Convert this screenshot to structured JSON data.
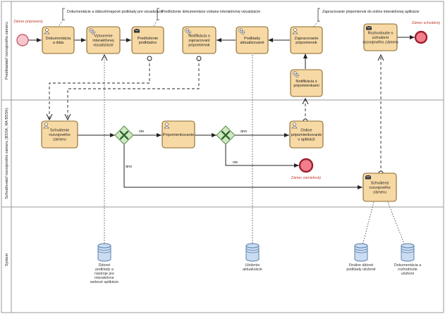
{
  "colors": {
    "task_fill": "#f7d9a5",
    "task_stroke": "#8a6a2a",
    "gateway_fill": "#cfe8c2",
    "gateway_stroke": "#5a8a4a",
    "gateway_x": "#2f6a2f",
    "start_fill": "#f6c7cf",
    "start_stroke": "#c04a5a",
    "end_fill": "#f27d8c",
    "end_stroke": "#a02030",
    "event_label": "#c0392b",
    "store_fill": "#c9dcf2",
    "store_stroke": "#5a7fa8",
    "lane_stroke": "#999999"
  },
  "lanes": [
    {
      "label": "Predkladateľ rozvojového zámeru"
    },
    {
      "label": "Schvaľovateľ rozvojového zámeru (BSSK, RA BSSK)"
    },
    {
      "label": "System"
    }
  ],
  "events": {
    "start_label": "Zámer pripravený",
    "end_approved_label": "Zámer schválený",
    "end_rejected_label": "Zámer zamietnutý"
  },
  "tasks": {
    "dokumentacia": "Dokumentácia a dáta",
    "vytvorenie": "Vytvorenie interaktívnej vizualizácie",
    "predlozenie": "Predloženie podkladov",
    "notif_zapracovani": "Notifikácia o zapracovaní pripomienok",
    "podklady_aktualizovane": "Podklady aktualizované",
    "zapracovanie": "Zapracovanie pripomienok",
    "notif_pripomienkami": "Notifikácia s pripomienkami",
    "rozhodnutie": "Rozhodnutie o schválení rozvojového zámeru",
    "schvalenie": "Schválenie rozvojového zámeru",
    "pripomienkovanie": "Pripomienkovanie",
    "online_pripomienkovanie": "Online pripomienkovanie v aplikácii",
    "schvaleny": "Schválený rozvojového zámeru"
  },
  "flow_labels": {
    "nie_1": "nie",
    "ano_1": "áno",
    "nie_2": "nie",
    "ano_2": "áno"
  },
  "annotations": {
    "dokumentacia_note": "Dokumentácie a dátové/mapové podklady pre vizualizáciu",
    "predlozenie_note": "Predloženie dokumentácie vrátane interaktívnej vizualizácie",
    "zapracovanie_note": "Zapracovanie pripomienok do online interaktívnej aplikácie"
  },
  "data_stores": {
    "datove_podklady": "Dátové podklady a nástroje pre interaktívne webové aplikácie",
    "ulozenie_aktualizacie": "Uloženie aktualizácie",
    "finalne_podklady": "Finálne dátové podklady uložené",
    "dokumentacia_rozhodnutie": "Dokumentácia a rozhodnutie uložené"
  },
  "icons": {
    "user_task": "user-icon",
    "send_task": "envelope-icon",
    "service_task": "gears-icon",
    "gateway": "x-icon",
    "data_store": "database-icon"
  }
}
